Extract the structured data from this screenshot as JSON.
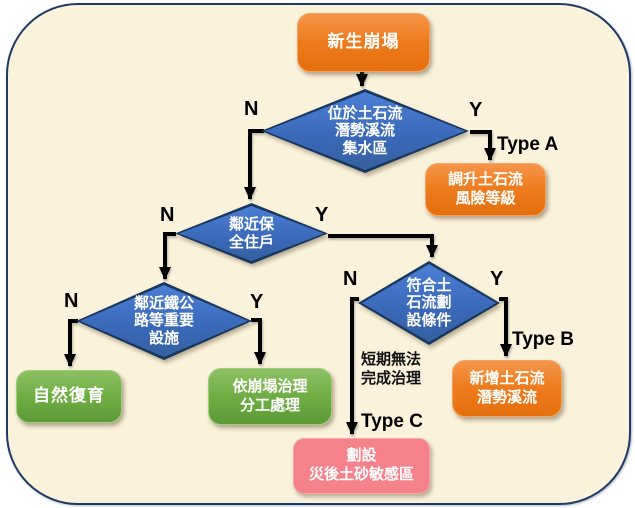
{
  "colors": {
    "panel_background": "#FBF2DC",
    "panel_border": "#1E3A66",
    "process_orange": "#EE7D20",
    "decision_blue": "#3A68B8",
    "decision_border": "#17375E",
    "terminal_green": "#6FAE44",
    "terminal_pink": "#F5828A",
    "connector": "#000000",
    "node_text": "#FFFFFF",
    "label_text": "#000000"
  },
  "nodes": {
    "start": {
      "label": "新生崩塌"
    },
    "d1": {
      "label": "位於土石流\n潛勢溪流\n集水區"
    },
    "type_a_box": {
      "label": "調升土石流\n風險等級"
    },
    "d2": {
      "label": "鄰近保\n全住戶"
    },
    "d3": {
      "label": "鄰近鐵公\n路等重要\n設施"
    },
    "d4": {
      "label": "符合土\n石流劃\n設條件"
    },
    "green_natural": {
      "label": "自然復育"
    },
    "green_divide": {
      "label": "依崩塌治理\n分工處理"
    },
    "type_b_box": {
      "label": "新增土石流\n潛勢溪流"
    },
    "type_c_box": {
      "label": "劃設\n災後土砂敏感區"
    }
  },
  "labels": {
    "no": "N",
    "yes": "Y",
    "type_a": "Type A",
    "type_b": "Type B",
    "type_c": "Type C",
    "note": "短期無法\n完成治理"
  }
}
